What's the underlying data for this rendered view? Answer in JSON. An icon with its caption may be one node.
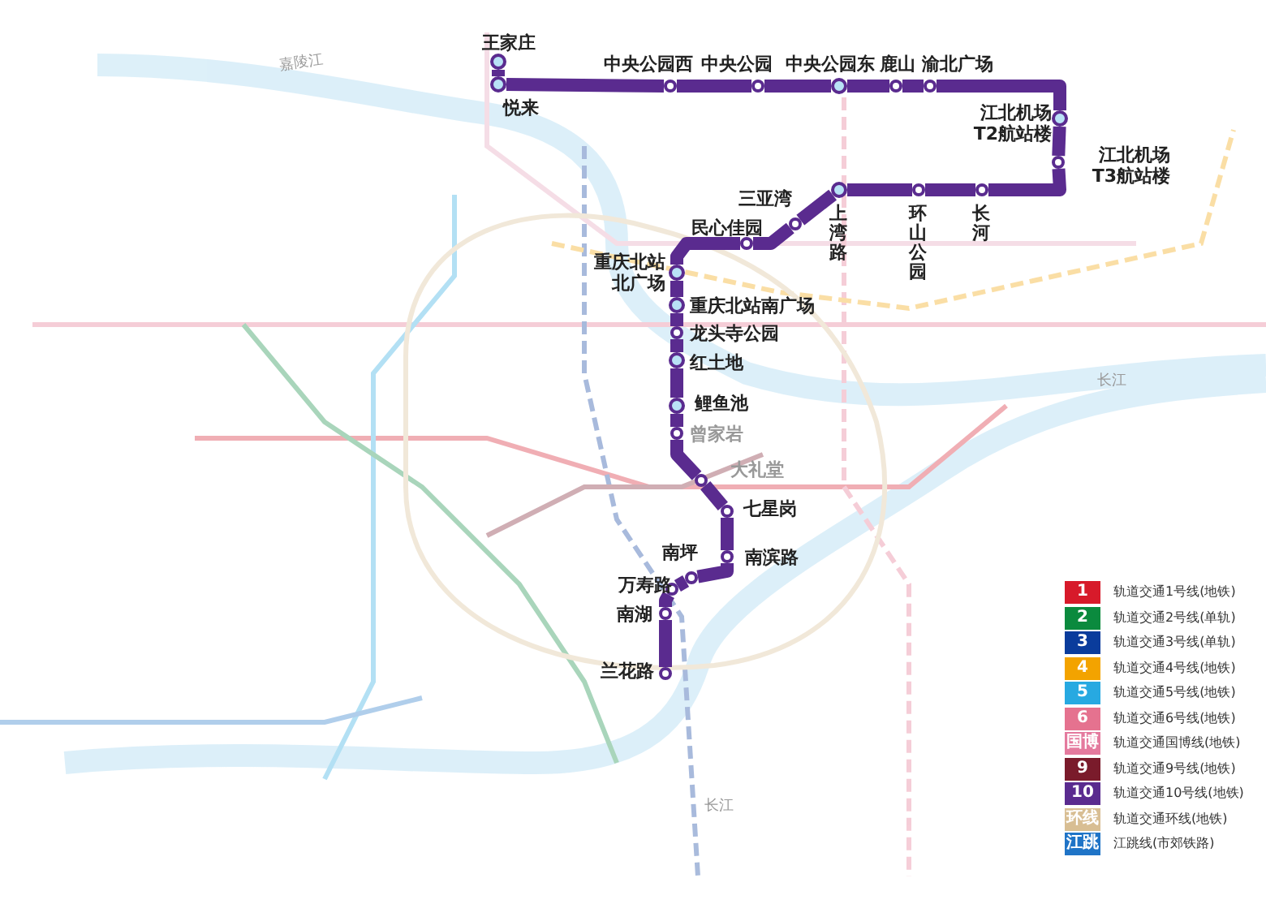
{
  "diagram": {
    "nodes": [
      {
        "text": [],
        "shape": "circle",
        "beside": [
          "王家庄"
        ]
      },
      {
        "text": [],
        "shape": "circle",
        "beside": [
          "悦来"
        ]
      },
      {
        "text": [],
        "shape": "circle",
        "beside": [
          "中央公园西"
        ]
      },
      {
        "text": [],
        "shape": "circle",
        "beside": [
          "中央公园"
        ]
      },
      {
        "text": [],
        "shape": "circle",
        "beside": [
          "中央公园东"
        ]
      },
      {
        "text": [],
        "shape": "circle",
        "beside": [
          "鹿山"
        ]
      },
      {
        "text": [],
        "shape": "circle",
        "beside": [
          "渝北广场"
        ]
      },
      {
        "text": [],
        "shape": "circle",
        "beside": [
          "江北机场T2航站楼"
        ]
      },
      {
        "text": [],
        "shape": "circle",
        "beside": [
          "江北机场T3航站楼"
        ]
      },
      {
        "text": [],
        "shape": "circle",
        "beside": [
          "长河"
        ]
      },
      {
        "text": [],
        "shape": "circle",
        "beside": [
          "环山公园"
        ]
      },
      {
        "text": [],
        "shape": "circle",
        "beside": [
          "上湾路"
        ]
      },
      {
        "text": [],
        "shape": "circle",
        "beside": [
          "三亚湾"
        ]
      },
      {
        "text": [],
        "shape": "circle",
        "beside": [
          "民心佳园"
        ]
      },
      {
        "text": [],
        "shape": "circle",
        "beside": [
          "重庆北站北广场"
        ]
      },
      {
        "text": [],
        "shape": "circle",
        "beside": [
          "重庆北站南广场"
        ]
      },
      {
        "text": [],
        "shape": "circle",
        "beside": [
          "龙头寺公园"
        ]
      },
      {
        "text": [],
        "shape": "circle",
        "beside": [
          "红土地"
        ]
      },
      {
        "text": [],
        "shape": "circle",
        "beside": [
          "鲤鱼池"
        ]
      },
      {
        "text": [],
        "shape": "circle",
        "beside": [
          "曾家岩"
        ]
      },
      {
        "text": [],
        "shape": "circle",
        "beside": [
          "大礼堂"
        ]
      },
      {
        "text": [],
        "shape": "circle",
        "beside": [
          "七星岗"
        ]
      },
      {
        "text": [],
        "shape": "circle",
        "beside": [
          "南滨路"
        ]
      },
      {
        "text": [],
        "shape": "circle",
        "beside": [
          "南坪"
        ]
      },
      {
        "text": [],
        "shape": "circle",
        "beside": [
          "万寿路"
        ]
      },
      {
        "text": [],
        "shape": "circle",
        "beside": [
          "南湖"
        ]
      },
      {
        "text": [],
        "shape": "circle",
        "beside": [
          "兰花路"
        ]
      }
    ],
    "edges": [
      {
        "from": 0,
        "to": 1,
        "arrow": "none"
      },
      {
        "from": 1,
        "to": 2,
        "arrow": "none"
      },
      {
        "from": 2,
        "to": 3,
        "arrow": "none"
      },
      {
        "from": 3,
        "to": 4,
        "arrow": "none"
      },
      {
        "from": 4,
        "to": 5,
        "arrow": "none"
      },
      {
        "from": 5,
        "to": 6,
        "arrow": "none"
      },
      {
        "from": 6,
        "to": 7,
        "arrow": "none"
      },
      {
        "from": 7,
        "to": 8,
        "arrow": "none"
      },
      {
        "from": 8,
        "to": 9,
        "arrow": "none"
      },
      {
        "from": 9,
        "to": 10,
        "arrow": "none"
      },
      {
        "from": 10,
        "to": 11,
        "arrow": "none"
      },
      {
        "from": 11,
        "to": 12,
        "arrow": "none"
      },
      {
        "from": 12,
        "to": 13,
        "arrow": "none"
      },
      {
        "from": 13,
        "to": 14,
        "arrow": "none"
      },
      {
        "from": 14,
        "to": 15,
        "arrow": "none"
      },
      {
        "from": 15,
        "to": 16,
        "arrow": "none"
      },
      {
        "from": 16,
        "to": 17,
        "arrow": "none"
      },
      {
        "from": 17,
        "to": 18,
        "arrow": "none"
      },
      {
        "from": 18,
        "to": 19,
        "arrow": "none"
      },
      {
        "from": 19,
        "to": 20,
        "arrow": "none"
      },
      {
        "from": 20,
        "to": 21,
        "arrow": "none"
      },
      {
        "from": 21,
        "to": 22,
        "arrow": "none"
      },
      {
        "from": 22,
        "to": 23,
        "arrow": "none"
      },
      {
        "from": 23,
        "to": 24,
        "arrow": "none"
      },
      {
        "from": 24,
        "to": 25,
        "arrow": "none"
      },
      {
        "from": 25,
        "to": 26,
        "arrow": "none"
      }
    ],
    "labels": [
      "1",
      "2",
      "3",
      "4",
      "5",
      "6",
      "国博",
      "9",
      "10",
      "环线",
      "江跳",
      "嘉陵江",
      "长江",
      "长江"
    ],
    "legend": [
      {
        "text": "轨道交通1号线(地铁)",
        "color": "#d71a2a"
      },
      {
        "text": "轨道交通2号线(单轨)",
        "color": "#0b8a3e"
      },
      {
        "text": "轨道交通3号线(单轨)",
        "color": "#0a3c9c"
      },
      {
        "text": "轨道交通4号线(地铁)",
        "color": "#f3a300"
      },
      {
        "text": "轨道交通5号线(地铁)",
        "color": "#27a9e1"
      },
      {
        "text": "轨道交通6号线(地铁)",
        "color": "#e5728f"
      },
      {
        "text": "轨道交通国博线(地铁)",
        "color": "#e47a9e"
      },
      {
        "text": "轨道交通9号线(地铁)",
        "color": "#7a1b2b"
      },
      {
        "text": "轨道交通10号线(地铁)",
        "color": "#5a2b8f"
      },
      {
        "text": "轨道交通环线(地铁)",
        "color": "#d8be93"
      },
      {
        "text": "江跳线(市郊铁路)",
        "color": "#1f74c7"
      }
    ]
  }
}
